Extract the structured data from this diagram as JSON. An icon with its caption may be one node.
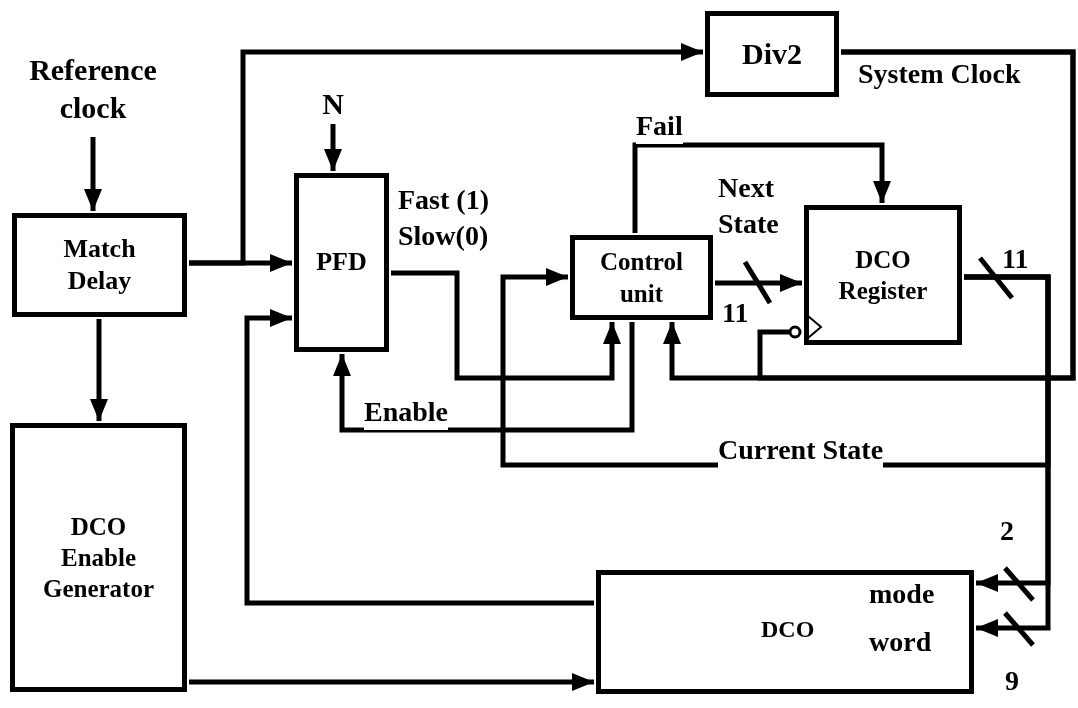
{
  "diagram": {
    "nodes": [
      {
        "text": [
          "Reference clock"
        ]
      },
      {
        "text": [
          "Match Delay"
        ]
      },
      {
        "text": [
          "N"
        ]
      },
      {
        "text": [
          "PFD"
        ]
      },
      {
        "text": [
          "Div2"
        ]
      },
      {
        "text": [
          "Control unit"
        ]
      },
      {
        "text": [
          "DCO Register"
        ]
      },
      {
        "text": [
          "DCO Enable Generator"
        ]
      },
      {
        "text": [
          "DCO",
          "mode",
          "word"
        ]
      }
    ],
    "edges": [
      {
        "from": 0,
        "to": 1,
        "arrow": "to"
      },
      {
        "from": 1,
        "to": 3,
        "arrow": "to"
      },
      {
        "from": 1,
        "to": 4,
        "arrow": "to"
      },
      {
        "from": 1,
        "to": 7,
        "arrow": "to"
      },
      {
        "from": 2,
        "to": 3,
        "arrow": "to"
      },
      {
        "from": 3,
        "to": 5,
        "arrow": "to",
        "label": "Fast (1) Slow(0)"
      },
      {
        "from": 5,
        "to": 3,
        "arrow": "to",
        "label": "Enable"
      },
      {
        "from": 5,
        "to": 6,
        "arrow": "to",
        "label": "Next State"
      },
      {
        "from": 5,
        "to": 6,
        "arrow": "to",
        "label": "Fail"
      },
      {
        "from": 4,
        "to": 5,
        "arrow": "to",
        "label": "System Clock"
      },
      {
        "from": 4,
        "to": 6,
        "arrow": "other"
      },
      {
        "from": 6,
        "to": 5,
        "arrow": "to",
        "label": "Current State"
      },
      {
        "from": 6,
        "to": 8,
        "arrow": "to"
      },
      {
        "from": 6,
        "to": 8,
        "arrow": "to"
      },
      {
        "from": 8,
        "to": 3,
        "arrow": "to"
      },
      {
        "from": 7,
        "to": 8,
        "arrow": "to"
      }
    ],
    "labels": [
      "11",
      "11",
      "2",
      "9"
    ]
  }
}
